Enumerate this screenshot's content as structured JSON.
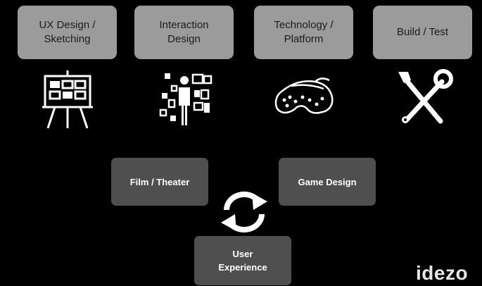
{
  "top_categories": [
    {
      "label": "UX Design /\nSketching",
      "icon": "easel-icon"
    },
    {
      "label": "Interaction\nDesign",
      "icon": "interaction-person-icon"
    },
    {
      "label": "Technology /\nPlatform",
      "icon": "vr-headset-icon"
    },
    {
      "label": "Build / Test",
      "icon": "tools-icon"
    }
  ],
  "cycle": {
    "film": "Film / Theater",
    "game": "Game Design",
    "ux": "User\nExperience",
    "arrows_icon": "cycle-arrows-icon"
  },
  "logo": "idezo",
  "colors": {
    "background": "#000000",
    "top_box": "#9b9b9b",
    "cycle_box": "#4f4f4f",
    "icon": "#ffffff"
  }
}
